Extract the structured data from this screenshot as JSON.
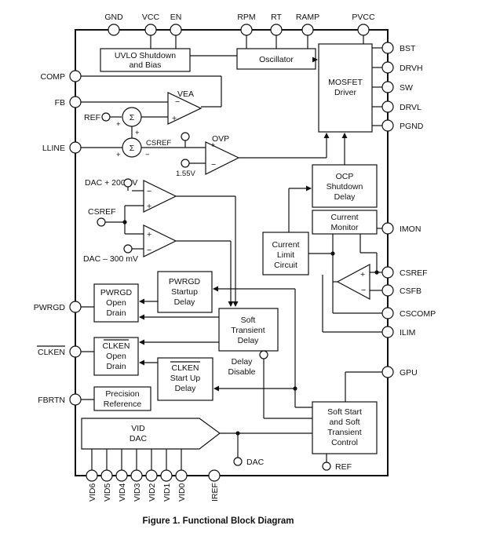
{
  "pins": {
    "gnd": "GND",
    "vcc": "VCC",
    "en": "EN",
    "rpm": "RPM",
    "rt": "RT",
    "ramp": "RAMP",
    "pvcc": "PVCC",
    "bst": "BST",
    "drvh": "DRVH",
    "sw": "SW",
    "drvl": "DRVL",
    "pgnd": "PGND",
    "imon": "IMON",
    "csref": "CSREF",
    "csfb": "CSFB",
    "cscomp": "CSCOMP",
    "ilim": "ILIM",
    "gpu": "GPU",
    "comp": "COMP",
    "fb": "FB",
    "lline": "LLINE",
    "pwrgd": "PWRGD",
    "clken": "CLKEN",
    "fbrtn": "FBRTN",
    "vid6": "VID6",
    "vid5": "VID5",
    "vid4": "VID4",
    "vid3": "VID3",
    "vid2": "VID2",
    "vid1": "VID1",
    "vid0": "VID0",
    "iref": "IREF"
  },
  "blocks": {
    "uvlo": [
      "UVLO Shutdown",
      "and Bias"
    ],
    "oscillator": "Oscillator",
    "mosfet_driver": [
      "MOSFET",
      "Driver"
    ],
    "ocp": [
      "OCP",
      "Shutdown",
      "Delay"
    ],
    "current_monitor": [
      "Current",
      "Monitor"
    ],
    "current_limit": [
      "Current",
      "Limit",
      "Circuit"
    ],
    "pwrgd_startup": [
      "PWRGD",
      "Startup",
      "Delay"
    ],
    "pwrgd_open": [
      "PWRGD",
      "Open",
      "Drain"
    ],
    "soft_transient": [
      "Soft",
      "Transient",
      "Delay"
    ],
    "clken_open": [
      "CLKEN",
      "Open",
      "Drain"
    ],
    "clken_startup": [
      "CLKEN",
      "Start Up",
      "Delay"
    ],
    "precision_ref": [
      "Precision",
      "Reference"
    ],
    "vid_dac": [
      "VID",
      "DAC"
    ],
    "soft_start": [
      "Soft Start",
      "and Soft",
      "Transient",
      "Control"
    ]
  },
  "labels": {
    "vea": "VEA",
    "ovp": "OVP",
    "ref_in": "REF",
    "csref_in": "CSREF",
    "v155": "1.55V",
    "dac_plus": "DAC + 200mV",
    "csref_mid": "CSREF",
    "dac_minus": "DAC – 300 mV",
    "delay_disable": [
      "Delay",
      "Disable"
    ],
    "dac_node": "DAC",
    "ref_node": "REF",
    "sigma": "Σ",
    "plus": "+",
    "minus": "−"
  },
  "caption": "Figure 1. Functional Block Diagram"
}
